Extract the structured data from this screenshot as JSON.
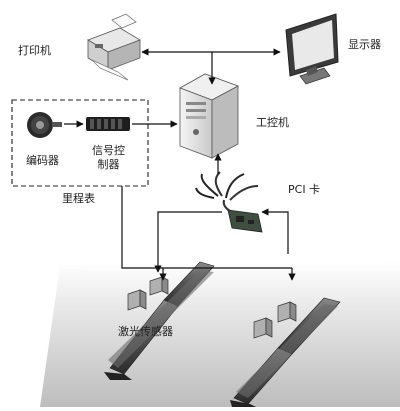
{
  "labels": {
    "printer": "打印机",
    "monitor": "显示器",
    "ipc": "工控机",
    "encoder": "编码器",
    "signal_line1": "信号控",
    "signal_line2": "制器",
    "odometer": "里程表",
    "pci": "PCI 卡",
    "laser": "激光传感器"
  }
}
